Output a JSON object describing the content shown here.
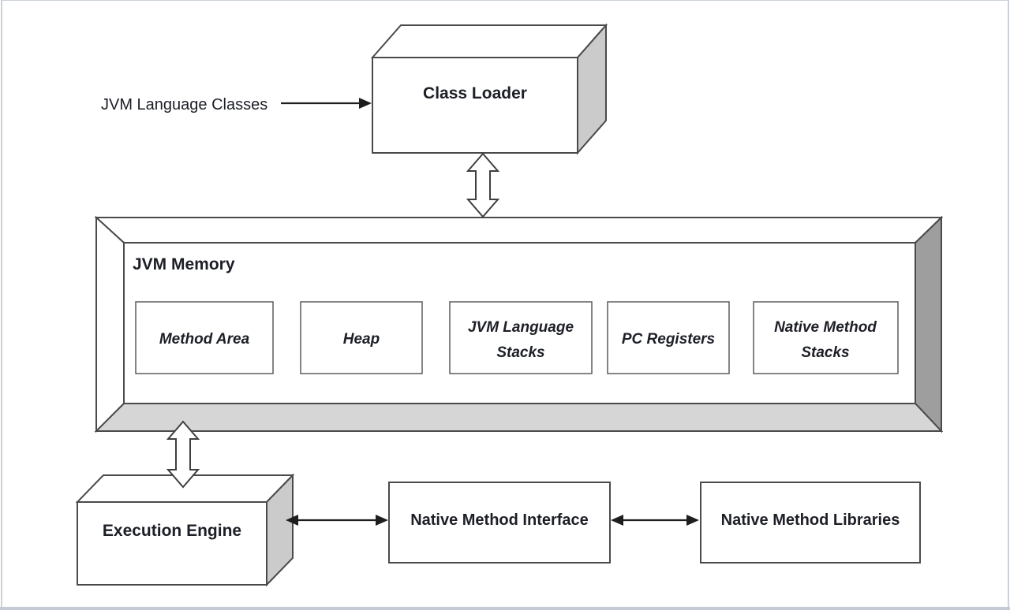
{
  "diagram": {
    "kind": "jvm-architecture-block-diagram",
    "background": "#ffffff"
  },
  "nodes": {
    "jvm_language_classes": {
      "label": "JVM Language Classes"
    },
    "class_loader": {
      "label": "Class Loader"
    },
    "jvm_memory": {
      "label": "JVM Memory"
    },
    "memory_areas": [
      {
        "label": "Method Area"
      },
      {
        "label": "Heap"
      },
      {
        "label_line1": "JVM Language",
        "label_line2": "Stacks"
      },
      {
        "label": "PC Registers"
      },
      {
        "label_line1": "Native Method",
        "label_line2": "Stacks"
      }
    ],
    "execution_engine": {
      "label": "Execution Engine"
    },
    "native_method_interface": {
      "label": "Native Method Interface"
    },
    "native_method_libraries": {
      "label": "Native Method Libraries"
    }
  },
  "edges": [
    {
      "from": "jvm-language-classes",
      "to": "class-loader",
      "style": "solid-line",
      "direction": "one-way"
    },
    {
      "from": "class-loader",
      "to": "jvm-memory",
      "style": "hollow-block-arrow",
      "direction": "two-way"
    },
    {
      "from": "jvm-memory",
      "to": "execution-engine",
      "style": "hollow-block-arrow",
      "direction": "two-way"
    },
    {
      "from": "execution-engine",
      "to": "native-method-interface",
      "style": "solid-line",
      "direction": "two-way"
    },
    {
      "from": "native-method-interface",
      "to": "native-method-libraries",
      "style": "solid-line",
      "direction": "two-way"
    }
  ],
  "colors": {
    "background": "#ffffff",
    "text": "#1d1f27",
    "box_border": "#4a4a4a",
    "box_side_face": "#cbcbcb",
    "frame_right_face": "#9e9e9e",
    "frame_bottom_face": "#d6d6d6",
    "page_border": "#ccd1d9"
  }
}
